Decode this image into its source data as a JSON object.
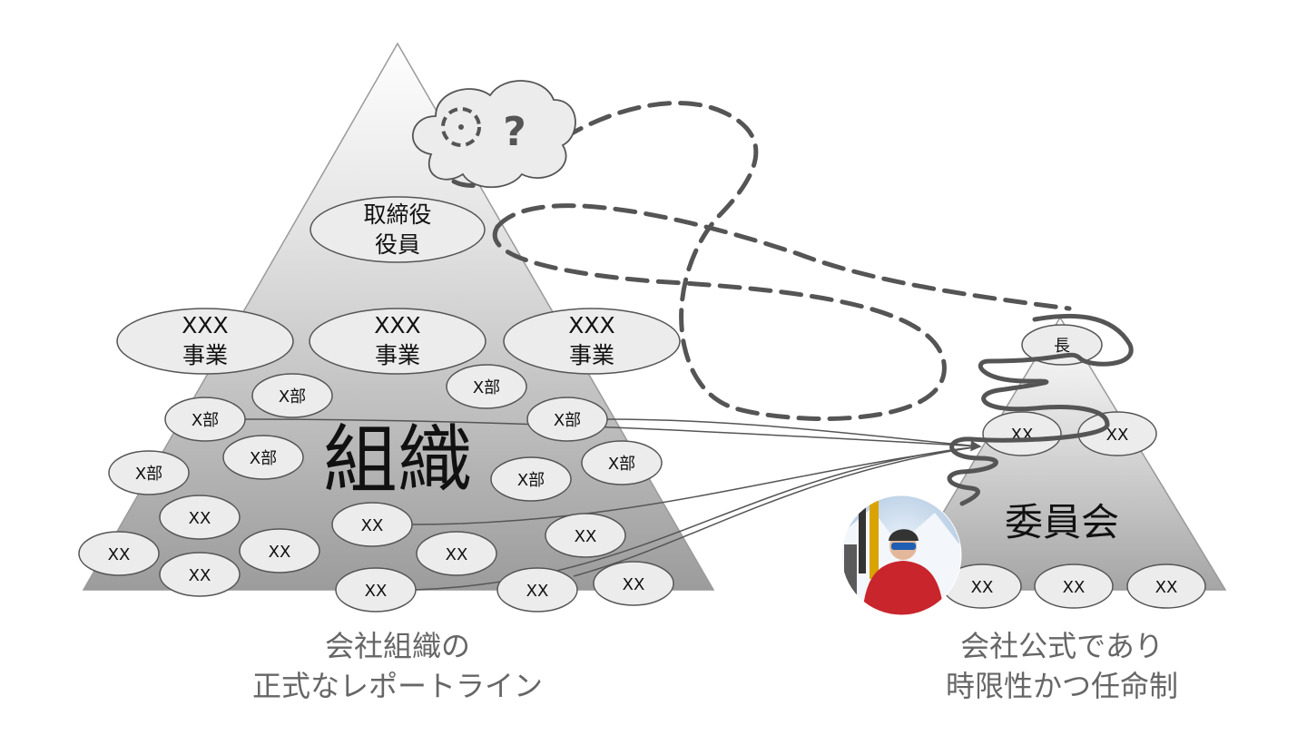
{
  "org_pyramid": {
    "title": "組織",
    "board": [
      "取締役",
      "役員"
    ],
    "businesses": [
      [
        "XXX",
        "事業"
      ],
      [
        "XXX",
        "事業"
      ],
      [
        "XXX",
        "事業"
      ]
    ],
    "dept_label": "X部",
    "unit_label": "XX",
    "caption": [
      "会社組織の",
      "正式なレポートライン"
    ]
  },
  "committee_pyramid": {
    "title": "委員会",
    "head_label": "長",
    "member_label": "XX",
    "caption": [
      "会社公式であり",
      "時限性かつ任命制"
    ]
  },
  "thought_cloud": {
    "text": "?",
    "icon": "confused-face-icon"
  },
  "person_photo": {
    "icon": "skier-photo"
  },
  "colors": {
    "ellipse_fill": "#ececec",
    "pyramid_top": "#ffffff",
    "pyramid_bottom": "#9a9a9a",
    "dash_line": "#555555",
    "scribble": "#555555",
    "caption": "#666666"
  }
}
